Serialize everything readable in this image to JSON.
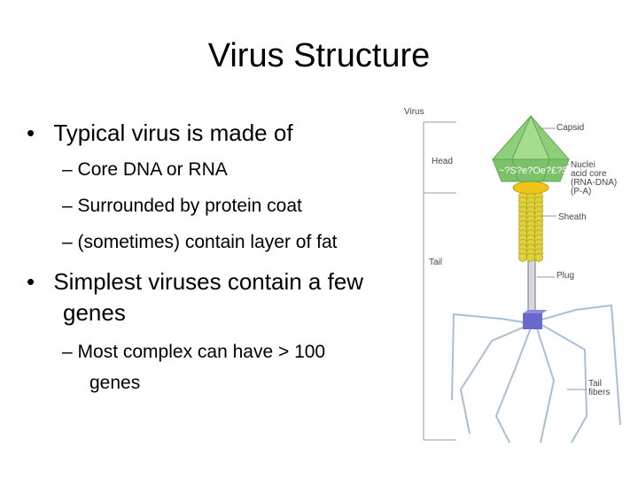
{
  "slide": {
    "title": "Virus Structure",
    "bullets": [
      {
        "text": "Typical virus is made of",
        "subs": [
          "Core DNA or RNA",
          "Surrounded by protein coat",
          "(sometimes) contain layer of fat"
        ]
      },
      {
        "text_line1": "Simplest viruses contain a few",
        "text_line2": "genes",
        "subs": [
          {
            "line1": "Most complex can have  > 100",
            "line2": "genes"
          }
        ]
      }
    ]
  },
  "diagram": {
    "labels": {
      "virus": "Virus",
      "head": "Head",
      "tail": "Tail",
      "capsid": "Capsid",
      "nuclei": "Nuclei",
      "acid_core": "acid core",
      "rna_dna": "(RNA-DNA)",
      "pa": "(P-A)",
      "sheath": "Sheath",
      "plug": "Plug",
      "tail_tail": "Tail",
      "fibers": "fibers"
    },
    "colors": {
      "capsid": "#8fcf7a",
      "capsid_dark": "#5fa855",
      "sheath": "#e0d23a",
      "collar": "#f0c419",
      "plate": "#6a68c8",
      "fibers": "#a9bfd6"
    }
  }
}
